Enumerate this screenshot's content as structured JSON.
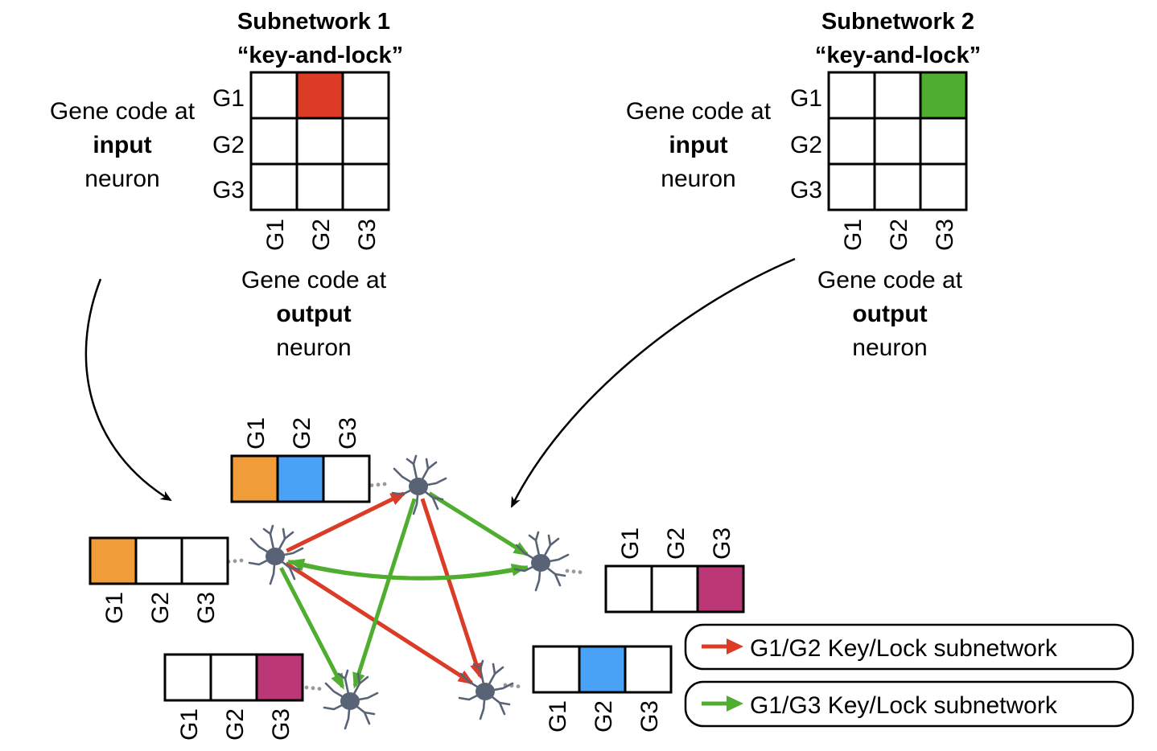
{
  "colors": {
    "red": "#dc3b26",
    "green": "#4fae2f",
    "orange": "#f09c38",
    "blue": "#49a2f6",
    "magenta": "#bb3775",
    "empty": "#ffffff",
    "neuron": "#596376"
  },
  "subnetwork1": {
    "title": "Subnetwork 1",
    "subtitle": "“key-and-lock”",
    "row_labels": [
      "G1",
      "G2",
      "G3"
    ],
    "col_labels": [
      "G1",
      "G2",
      "G3"
    ],
    "filled_cell": {
      "row": "G1",
      "col": "G2",
      "color": "red"
    },
    "input_label": [
      "Gene code at",
      "input",
      "neuron"
    ],
    "output_label": [
      "Gene code at",
      "output",
      "neuron"
    ]
  },
  "subnetwork2": {
    "title": "Subnetwork 2",
    "subtitle": "“key-and-lock”",
    "row_labels": [
      "G1",
      "G2",
      "G3"
    ],
    "col_labels": [
      "G1",
      "G2",
      "G3"
    ],
    "filled_cell": {
      "row": "G1",
      "col": "G3",
      "color": "green"
    },
    "input_label": [
      "Gene code at",
      "input",
      "neuron"
    ],
    "output_label": [
      "Gene code at",
      "output",
      "neuron"
    ]
  },
  "neurons": [
    {
      "id": "top",
      "gene_labels": [
        "G1",
        "G2",
        "G3"
      ],
      "codes": [
        "orange",
        "blue",
        "empty"
      ]
    },
    {
      "id": "left",
      "gene_labels": [
        "G1",
        "G2",
        "G3"
      ],
      "codes": [
        "orange",
        "empty",
        "empty"
      ]
    },
    {
      "id": "right",
      "gene_labels": [
        "G1",
        "G2",
        "G3"
      ],
      "codes": [
        "empty",
        "empty",
        "magenta"
      ]
    },
    {
      "id": "bottom-left",
      "gene_labels": [
        "G1",
        "G2",
        "G3"
      ],
      "codes": [
        "empty",
        "empty",
        "magenta"
      ]
    },
    {
      "id": "bottom-right",
      "gene_labels": [
        "G1",
        "G2",
        "G3"
      ],
      "codes": [
        "empty",
        "blue",
        "empty"
      ]
    }
  ],
  "edges": [
    {
      "from": "left",
      "to": "top",
      "subnetwork": "red"
    },
    {
      "from": "left",
      "to": "bottom-right",
      "subnetwork": "red"
    },
    {
      "from": "top",
      "to": "bottom-right",
      "subnetwork": "red"
    },
    {
      "from": "top",
      "to": "right",
      "subnetwork": "green"
    },
    {
      "from": "top",
      "to": "bottom-left",
      "subnetwork": "green"
    },
    {
      "from": "left",
      "to": "bottom-left",
      "subnetwork": "green"
    },
    {
      "from": "left",
      "to": "right",
      "subnetwork": "green"
    },
    {
      "from": "right",
      "to": "left",
      "subnetwork": "green"
    }
  ],
  "legend": [
    {
      "label": "G1/G2 Key/Lock subnetwork",
      "color": "red"
    },
    {
      "label": "G1/G3 Key/Lock subnetwork",
      "color": "green"
    }
  ]
}
